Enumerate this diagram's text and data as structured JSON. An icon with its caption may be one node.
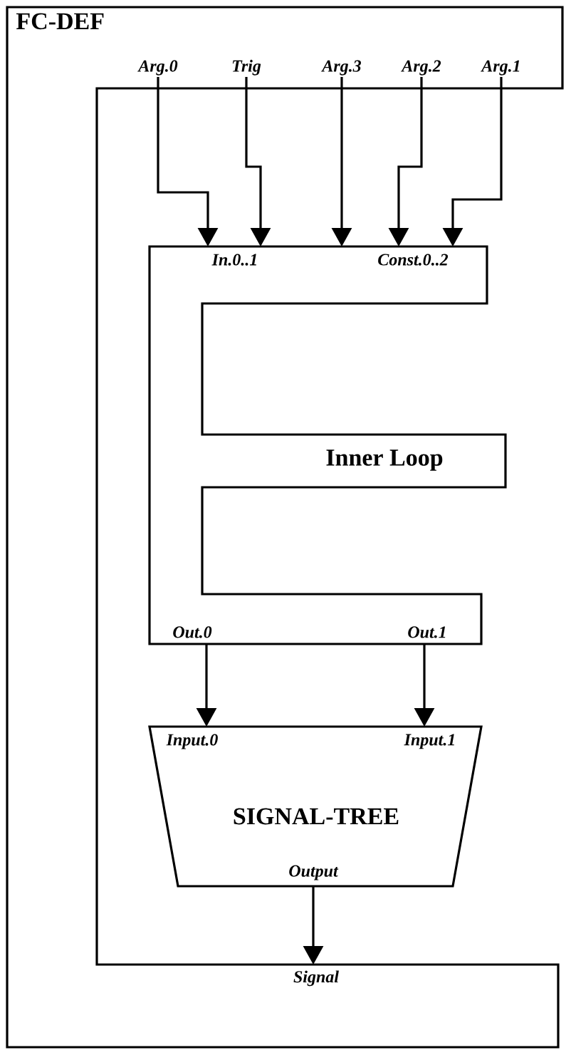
{
  "diagram": {
    "nodes": [
      {
        "text": [
          "FC-DEF"
        ]
      },
      {
        "text": [
          "Arg.0"
        ],
        "in": 0
      },
      {
        "text": [
          "Trig"
        ],
        "in": 0
      },
      {
        "text": [
          "Arg.3"
        ],
        "in": 0
      },
      {
        "text": [
          "Arg.2"
        ],
        "in": 0
      },
      {
        "text": [
          "Arg.1"
        ],
        "in": 0
      },
      {
        "text": [
          "Signal"
        ],
        "in": 0
      },
      {
        "text": [
          "Inner Loop"
        ],
        "in": 0
      },
      {
        "text": [
          "In.0..1"
        ],
        "in": 7
      },
      {
        "text": [
          "Const.0..2"
        ],
        "in": 7
      },
      {
        "text": [
          "Out.0"
        ],
        "in": 7
      },
      {
        "text": [
          "Out.1"
        ],
        "in": 7
      },
      {
        "text": [
          "SIGNAL-TREE"
        ],
        "in": 0
      },
      {
        "text": [
          "Input.0"
        ],
        "in": 12
      },
      {
        "text": [
          "Input.1"
        ],
        "in": 12
      },
      {
        "text": [
          "Output"
        ],
        "in": 12
      }
    ],
    "edges": [
      {
        "from": 1,
        "to": 8,
        "arrow": "to"
      },
      {
        "from": 2,
        "to": 8,
        "arrow": "to"
      },
      {
        "from": 3,
        "to": 9,
        "arrow": "to"
      },
      {
        "from": 4,
        "to": 9,
        "arrow": "to"
      },
      {
        "from": 5,
        "to": 9,
        "arrow": "to"
      },
      {
        "from": 10,
        "to": 13,
        "arrow": "to"
      },
      {
        "from": 11,
        "to": 14,
        "arrow": "to"
      },
      {
        "from": 15,
        "to": 6,
        "arrow": "to"
      }
    ]
  }
}
